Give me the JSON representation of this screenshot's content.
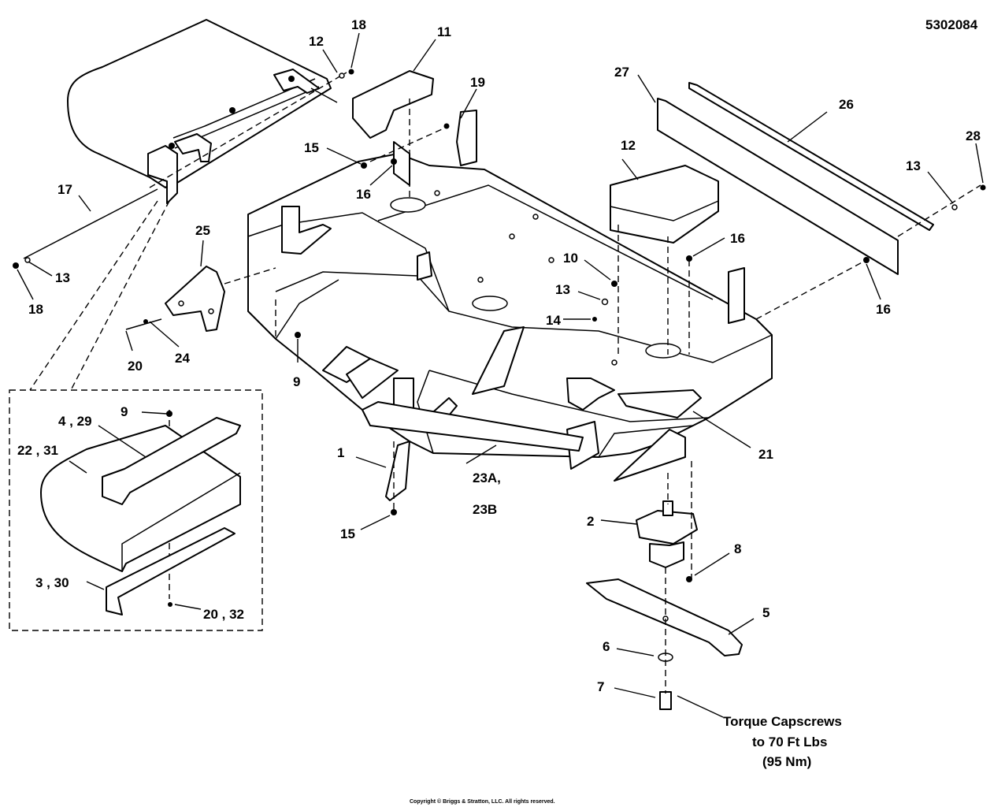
{
  "diagram_number": "5302084",
  "copyright": "Copyright © Briggs & Stratton, LLC. All rights reserved.",
  "torque_note": [
    "Torque Capscrews",
    "to 70 Ft Lbs",
    "(95 Nm)"
  ],
  "callouts": [
    {
      "id": "c1",
      "text": "1"
    },
    {
      "id": "c2",
      "text": "2"
    },
    {
      "id": "c3",
      "text": "3 , 30"
    },
    {
      "id": "c4",
      "text": "4 , 29"
    },
    {
      "id": "c5",
      "text": "5"
    },
    {
      "id": "c6",
      "text": "6"
    },
    {
      "id": "c7",
      "text": "7"
    },
    {
      "id": "c8",
      "text": "8"
    },
    {
      "id": "c9a",
      "text": "9"
    },
    {
      "id": "c9b",
      "text": "9"
    },
    {
      "id": "c10",
      "text": "10"
    },
    {
      "id": "c11",
      "text": "11"
    },
    {
      "id": "c12",
      "text": "12"
    },
    {
      "id": "c13a",
      "text": "13"
    },
    {
      "id": "c13b",
      "text": "13"
    },
    {
      "id": "c13c",
      "text": "13"
    },
    {
      "id": "c13d",
      "text": "13"
    },
    {
      "id": "c14",
      "text": "14"
    },
    {
      "id": "c15",
      "text": "15"
    },
    {
      "id": "c16a",
      "text": "16"
    },
    {
      "id": "c16b",
      "text": "16"
    },
    {
      "id": "c16c",
      "text": "16"
    },
    {
      "id": "c16d",
      "text": "16"
    },
    {
      "id": "c17",
      "text": "17"
    },
    {
      "id": "c18a",
      "text": "18"
    },
    {
      "id": "c18b",
      "text": "18"
    },
    {
      "id": "c19",
      "text": "19"
    },
    {
      "id": "c20a",
      "text": "20"
    },
    {
      "id": "c20b",
      "text": "20 , 32"
    },
    {
      "id": "c21",
      "text": "21"
    },
    {
      "id": "c22",
      "text": "22 , 31"
    },
    {
      "id": "c23",
      "text": "23A,"
    },
    {
      "id": "c23b",
      "text": "23B"
    },
    {
      "id": "c24",
      "text": "24"
    },
    {
      "id": "c25",
      "text": "25"
    },
    {
      "id": "c26",
      "text": "26"
    },
    {
      "id": "c27",
      "text": "27"
    },
    {
      "id": "c28",
      "text": "28"
    }
  ]
}
